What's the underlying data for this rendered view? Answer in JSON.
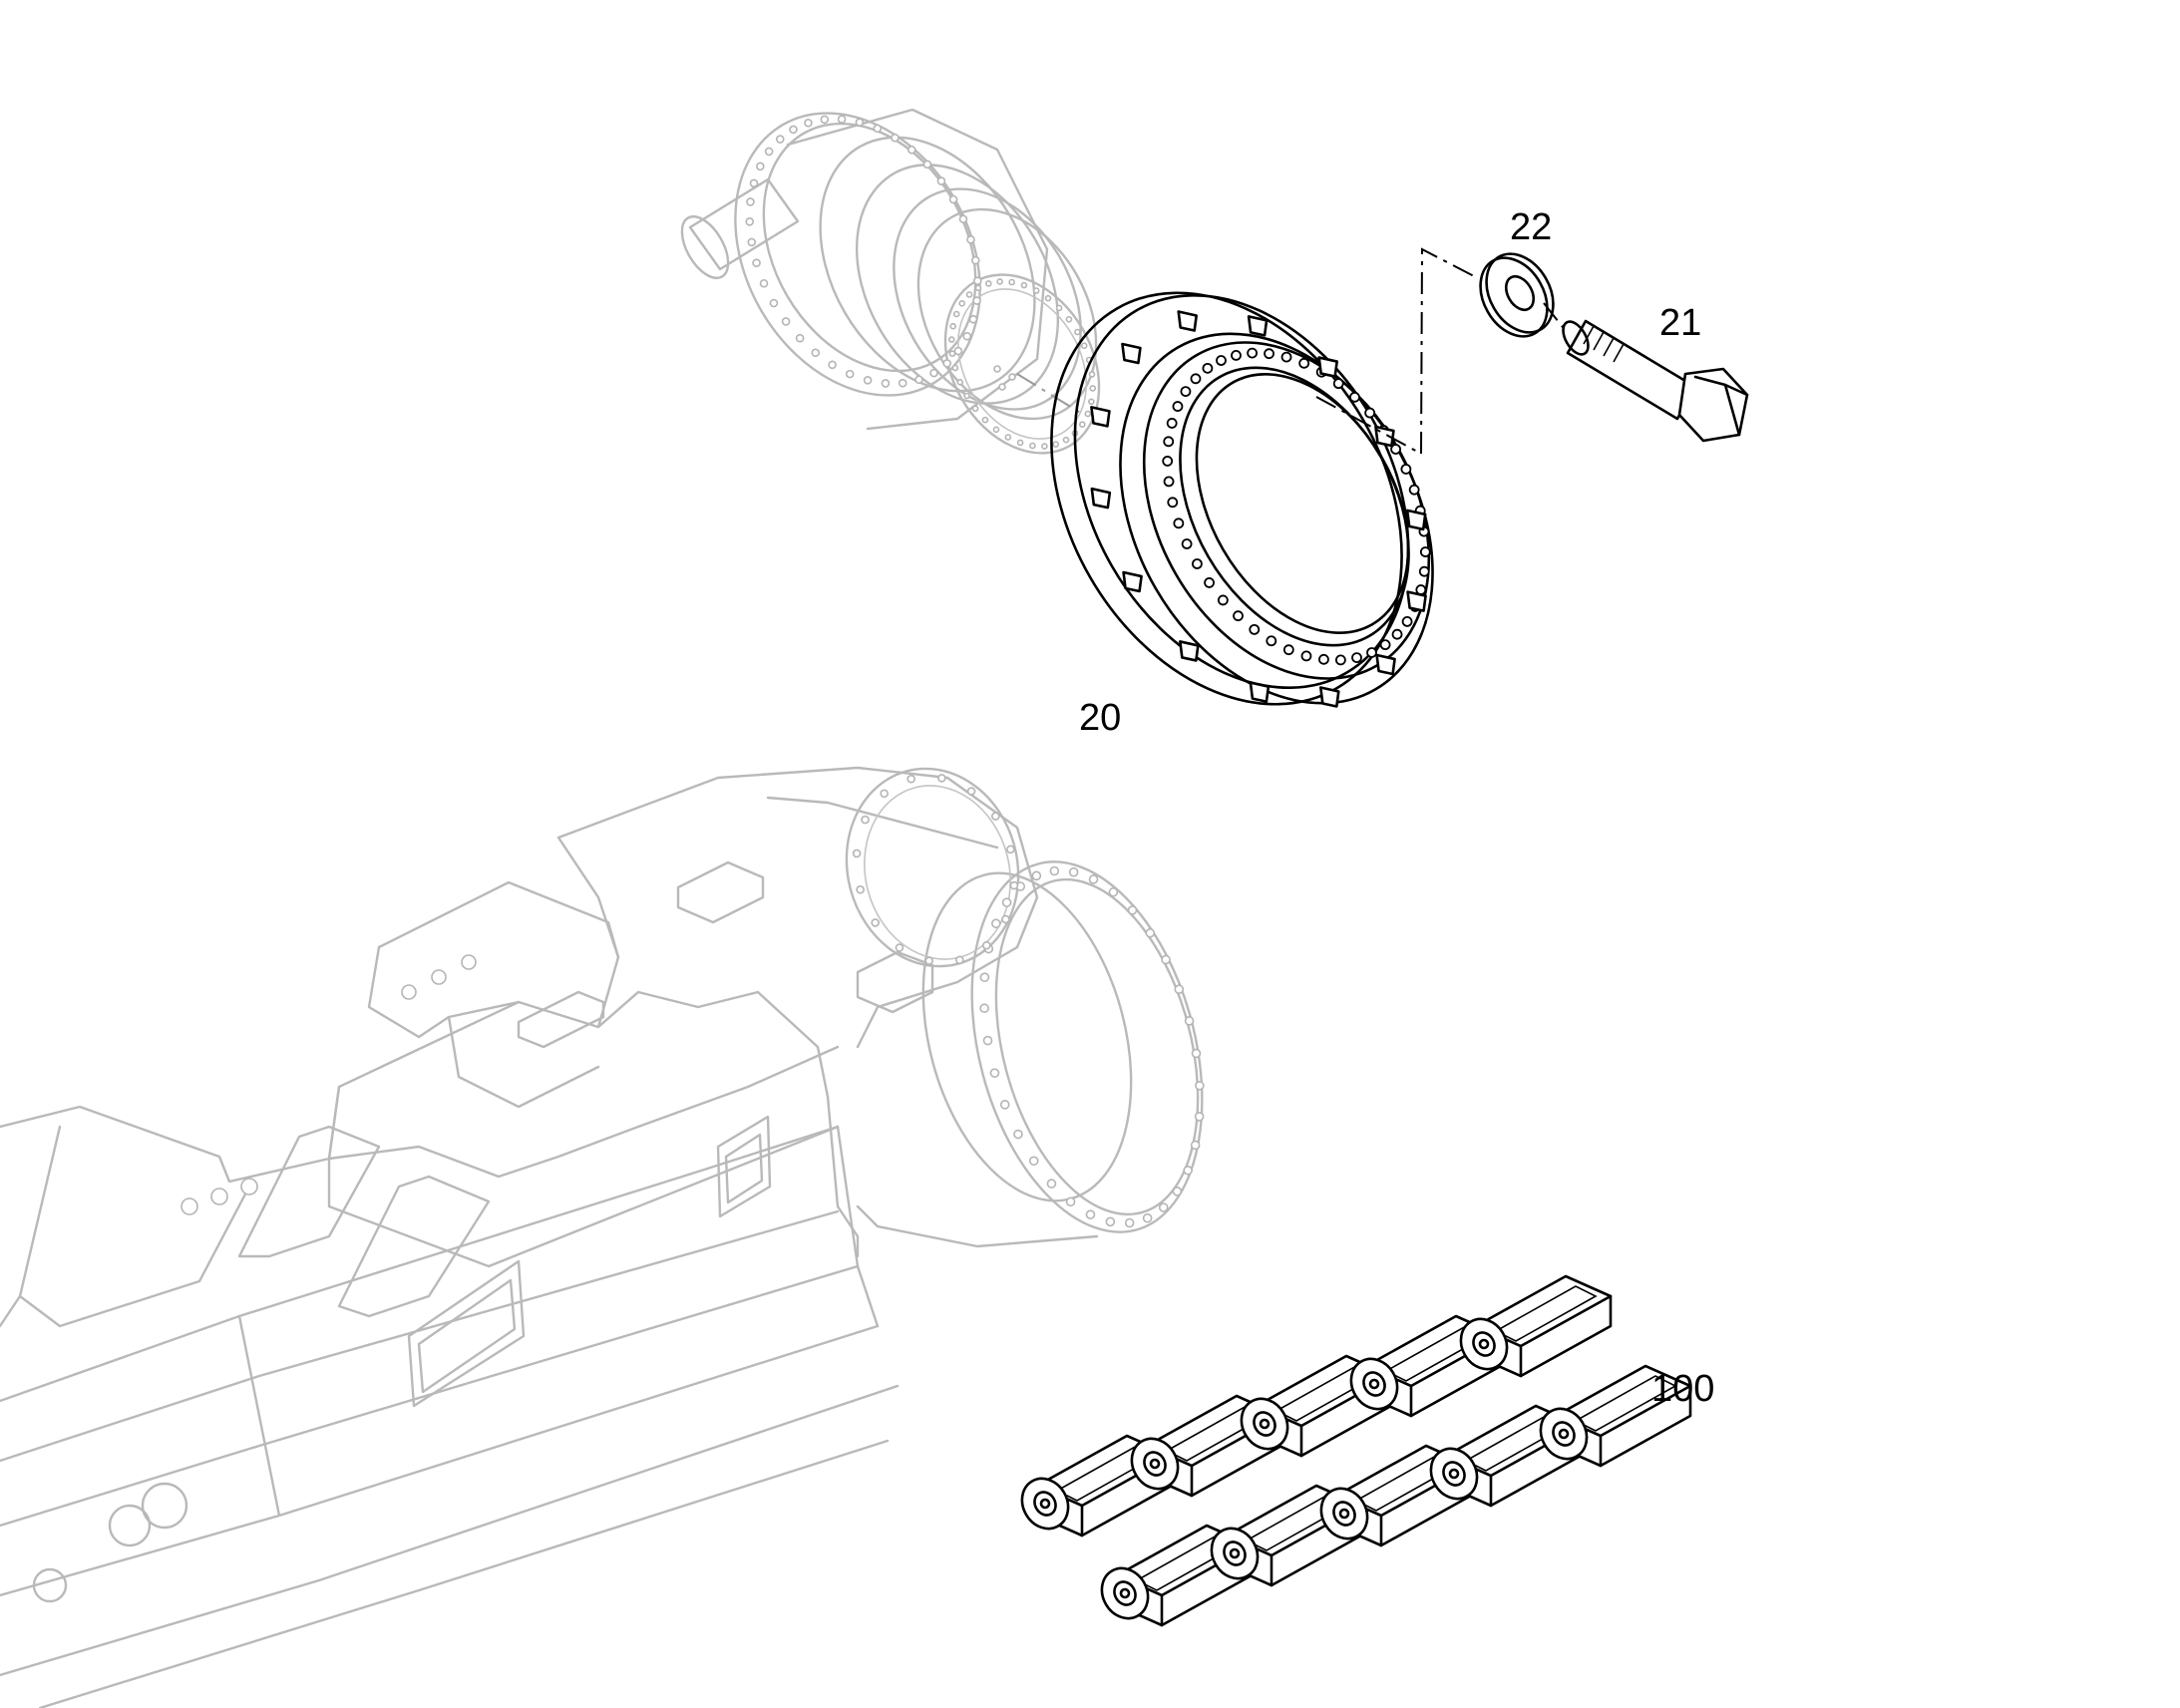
{
  "callouts": {
    "ring_gear": "20",
    "bolt": "21",
    "washer": "22",
    "track_chain": "100"
  },
  "colors": {
    "background": "#ffffff",
    "highlighted_part": "#000000",
    "context_part": "#b9b9b9"
  }
}
